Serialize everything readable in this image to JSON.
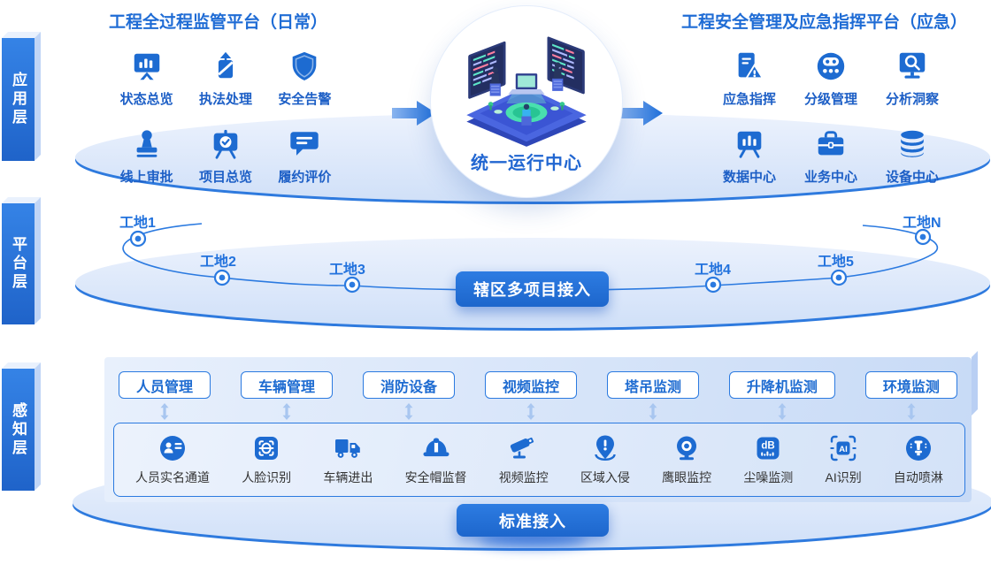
{
  "colors": {
    "primary": "#2272dd",
    "icon_blue": "#1d6bd1",
    "title_blue": "#1f6cd5",
    "ellipse_fill": "#dbe7f9",
    "ellipse_edge": "#2e7ade",
    "panel_fill": "#d6e4f9",
    "box_border": "#2b7ae0",
    "dark_label": "#333333"
  },
  "layers": {
    "application": {
      "label": "应用层"
    },
    "platform": {
      "label": "平台层"
    },
    "perception": {
      "label": "感知层"
    }
  },
  "application_layer": {
    "left_platform": {
      "title": "工程全过程监管平台（日常）",
      "items": [
        {
          "label": "状态总览",
          "icon": "status-overview-monitor"
        },
        {
          "label": "执法处理",
          "icon": "law-enforcement-gavel"
        },
        {
          "label": "安全告警",
          "icon": "safety-alert-shield"
        },
        {
          "label": "线上审批",
          "icon": "online-approval-stamp"
        },
        {
          "label": "项目总览",
          "icon": "project-overview-board"
        },
        {
          "label": "履约评价",
          "icon": "evaluation-comment"
        }
      ]
    },
    "right_platform": {
      "title": "工程安全管理及应急指挥平台（应急）",
      "items": [
        {
          "label": "应急指挥",
          "icon": "emergency-command-doc"
        },
        {
          "label": "分级管理",
          "icon": "tier-management"
        },
        {
          "label": "分析洞察",
          "icon": "analysis-insight-monitor"
        },
        {
          "label": "数据中心",
          "icon": "data-center-board"
        },
        {
          "label": "业务中心",
          "icon": "business-center-briefcase"
        },
        {
          "label": "设备中心",
          "icon": "device-center-database"
        }
      ]
    },
    "center": {
      "label": "统一运行中心"
    }
  },
  "platform_layer": {
    "sites": [
      "工地1",
      "工地2",
      "工地3",
      "工地4",
      "工地5",
      "工地N"
    ],
    "button": "辖区多项目接入"
  },
  "perception_layer": {
    "categories": [
      "人员管理",
      "车辆管理",
      "消防设备",
      "视频监控",
      "塔吊监测",
      "升降机监测",
      "环境监测"
    ],
    "devices": [
      {
        "label": "人员实名通道",
        "icon": "person-id-channel"
      },
      {
        "label": "人脸识别",
        "icon": "face-recognition"
      },
      {
        "label": "车辆进出",
        "icon": "vehicle-truck"
      },
      {
        "label": "安全帽监督",
        "icon": "hard-hat"
      },
      {
        "label": "视频监控",
        "icon": "cctv-camera"
      },
      {
        "label": "区域入侵",
        "icon": "area-intrusion-pin"
      },
      {
        "label": "鹰眼监控",
        "icon": "eagle-eye-webcam"
      },
      {
        "label": "尘噪监测",
        "icon": "dust-noise-db"
      },
      {
        "label": "AI识别",
        "icon": "ai-recognition"
      },
      {
        "label": "自动喷淋",
        "icon": "auto-sprinkler"
      }
    ],
    "button": "标准接入"
  }
}
